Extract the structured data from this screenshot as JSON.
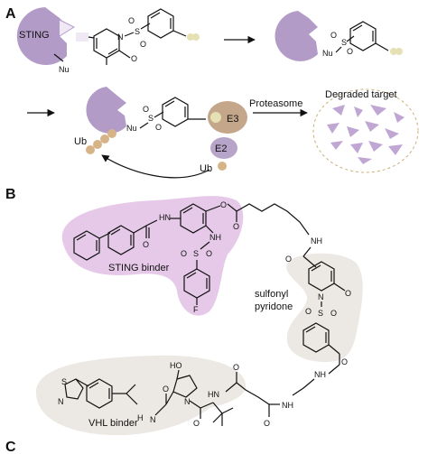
{
  "panels": {
    "a": "A",
    "b": "B",
    "c": "C"
  },
  "scheme": {
    "sting": "STING",
    "nu": "Nu",
    "ub": "Ub",
    "e3": "E3",
    "e2": "E2",
    "proteasome": "Proteasome",
    "degraded_target": "Degraded target"
  },
  "structure": {
    "sting_binder": "STING binder",
    "sulfonyl_line1": "sulfonyl",
    "sulfonyl_line2": "pyridone",
    "vhl_binder": "VHL binder"
  },
  "atoms": {
    "N": "N",
    "O": "O",
    "S": "S",
    "F": "F",
    "NH": "NH",
    "HN": "HN",
    "HO": "HO",
    "H": "H"
  },
  "colors": {
    "sting_protein": "#b39bc8",
    "sting_binder_bg": "#e6c9e8",
    "tan_region": "#ece9e4",
    "e3_ligase": "#c4a68a",
    "e2": "#b7a4c9",
    "ubiquitin": "#d6b487",
    "warhead": "#e6e0b5",
    "fragments": "#c0a6d3"
  }
}
